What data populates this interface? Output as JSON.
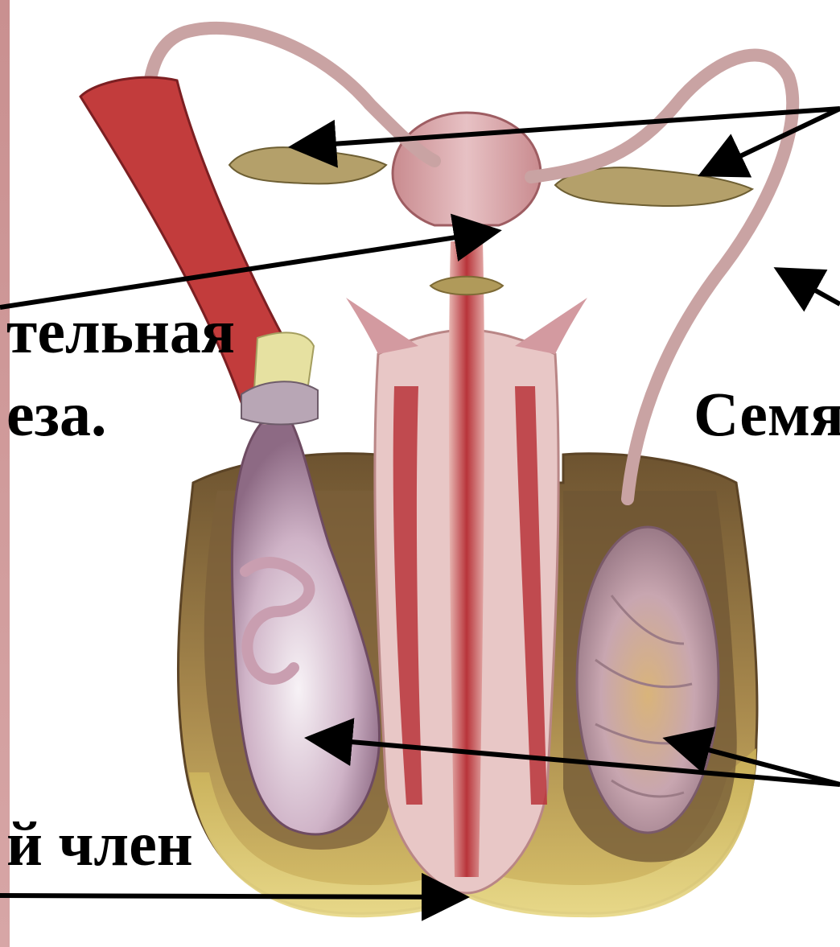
{
  "labels": {
    "gland_line1": "тельная",
    "gland_line2": "еза.",
    "duct_partial": "Семя",
    "penis_partial": "й член"
  },
  "colors": {
    "background": "#ffffff",
    "label_text": "#000000",
    "arrow": "#000000",
    "left_strip": "#d29c9c",
    "scrotum_skin": "#c9b35a",
    "scrotum_inner": "#8a6a3a",
    "muscle_red": "#b8343a",
    "tissue_pink": "#d8a0a8",
    "vas_deferens": "#c9a3a3",
    "seminal_vesicle": "#b09a5a"
  }
}
